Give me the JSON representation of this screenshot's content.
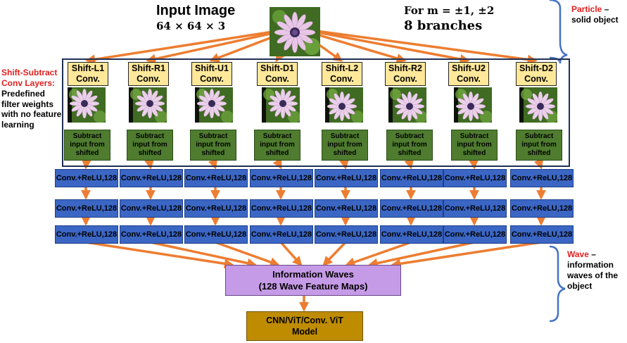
{
  "header": {
    "input_title": "Input Image",
    "input_size": "64 × 64 × 3",
    "for_m": "For m = ±1, ±2",
    "branches": "8 branches"
  },
  "particle": {
    "title": "Particle",
    "rest": " – solid object"
  },
  "shift_layers": {
    "title": "Shift-Subtract Conv Layers:",
    "desc": "Predefined filter weights with no feature learning"
  },
  "wave": {
    "title": "Wave",
    "rest": " – information waves of the object"
  },
  "branches": [
    {
      "label_top": "Shift-L1",
      "label_bottom": "Conv."
    },
    {
      "label_top": "Shift-R1",
      "label_bottom": "Conv."
    },
    {
      "label_top": "Shift-U1",
      "label_bottom": "Conv."
    },
    {
      "label_top": "Shift-D1",
      "label_bottom": "Conv."
    },
    {
      "label_top": "Shift-L2",
      "label_bottom": "Conv."
    },
    {
      "label_top": "Shift-R2",
      "label_bottom": "Conv."
    },
    {
      "label_top": "Shift-U2",
      "label_bottom": "Conv."
    },
    {
      "label_top": "Shift-D2",
      "label_bottom": "Conv."
    }
  ],
  "subtract": {
    "line1": "Subtract",
    "line2": "input from",
    "line3": "shifted"
  },
  "conv_label": "Conv.+ReLU,128",
  "info_box": {
    "line1": "Information Waves",
    "line2": "(128 Wave Feature Maps)"
  },
  "model_box": {
    "line1": "CNN/ViT/Conv. ViT",
    "line2": "Model"
  },
  "colors": {
    "arrow": "#ed7d31",
    "brace": "#4472c4",
    "shift_fill": "#ffe89a",
    "subtract_fill": "#4f7c2f",
    "conv_fill": "#3b66c4",
    "info_fill": "#c59ae6",
    "model_fill": "#bf8c00",
    "red_label": "#e02020"
  },
  "icons": {
    "flower": "daisy-flower-image"
  }
}
